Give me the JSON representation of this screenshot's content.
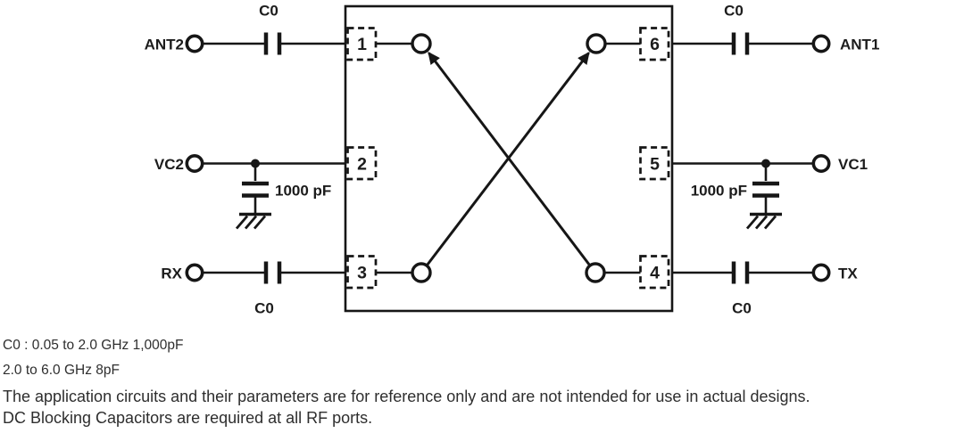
{
  "schematic": {
    "ic": {
      "pins": [
        {
          "number": "1"
        },
        {
          "number": "2"
        },
        {
          "number": "3"
        },
        {
          "number": "6"
        },
        {
          "number": "5"
        },
        {
          "number": "4"
        }
      ]
    },
    "terminals": [
      {
        "label": "ANT2"
      },
      {
        "label": "VC2"
      },
      {
        "label": "RX"
      },
      {
        "label": "ANT1"
      },
      {
        "label": "VC1"
      },
      {
        "label": "TX"
      }
    ],
    "capacitors": {
      "series_label": "C0",
      "shunt_label": "1000 pF"
    }
  },
  "notes": {
    "c0_line1": "C0 : 0.05 to 2.0 GHz 1,000pF",
    "c0_line2": "2.0 to 6.0 GHz 8pF",
    "disclaimer1": "The application circuits and their parameters are for reference only and are not intended for use in actual designs.",
    "disclaimer2": "DC Blocking Capacitors are required at all RF ports."
  },
  "colors": {
    "line": "#161616",
    "text": "#2e2e2e"
  }
}
